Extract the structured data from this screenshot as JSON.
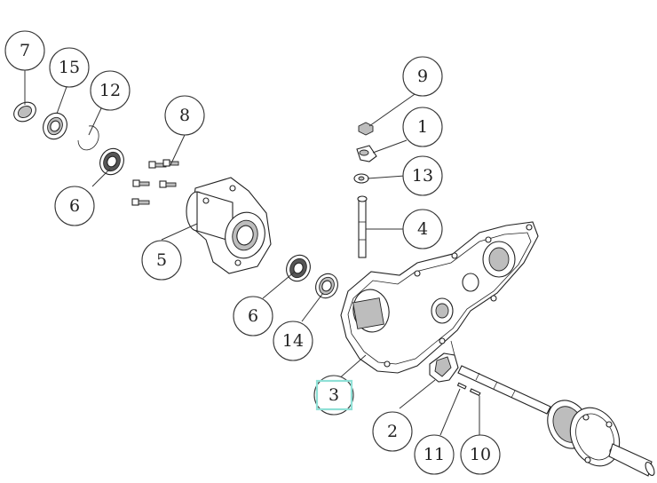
{
  "callouts": [
    {
      "id": "c7",
      "label": "7"
    },
    {
      "id": "c15",
      "label": "15"
    },
    {
      "id": "c12",
      "label": "12"
    },
    {
      "id": "c8",
      "label": "8"
    },
    {
      "id": "c9",
      "label": "9"
    },
    {
      "id": "c1",
      "label": "1"
    },
    {
      "id": "c13",
      "label": "13"
    },
    {
      "id": "c4",
      "label": "4"
    },
    {
      "id": "c6a",
      "label": "6"
    },
    {
      "id": "c5",
      "label": "5"
    },
    {
      "id": "c6b",
      "label": "6"
    },
    {
      "id": "c14",
      "label": "14"
    },
    {
      "id": "c3",
      "label": "3"
    },
    {
      "id": "c2",
      "label": "2"
    },
    {
      "id": "c11",
      "label": "11"
    },
    {
      "id": "c10",
      "label": "10"
    }
  ],
  "highlighted_callout": "3",
  "colors": {
    "line": "#222222",
    "highlight": "#8fe0d6",
    "background": "#ffffff"
  }
}
